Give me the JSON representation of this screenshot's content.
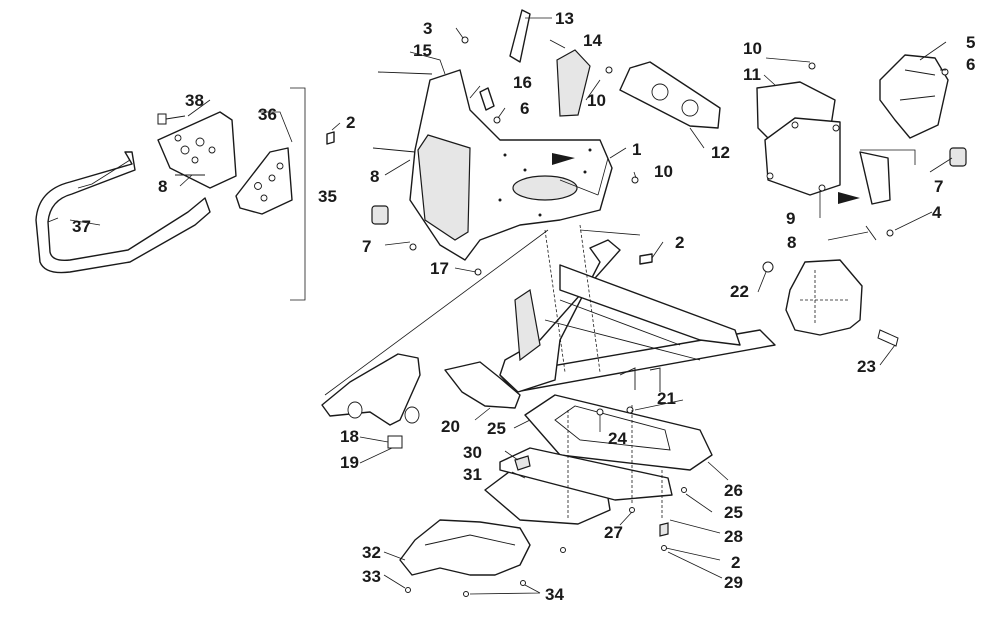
{
  "callouts": {
    "c1": "1",
    "c2a": "2",
    "c2b": "2",
    "c2c": "2",
    "c3": "3",
    "c4": "4",
    "c5": "5",
    "c6a": "6",
    "c6b": "6",
    "c7a": "7",
    "c7b": "7",
    "c8a": "8",
    "c8b": "8",
    "c8c": "8",
    "c9": "9",
    "c10a": "10",
    "c10b": "10",
    "c10c": "10",
    "c11": "11",
    "c12": "12",
    "c13": "13",
    "c14": "14",
    "c15": "15",
    "c16": "16",
    "c17": "17",
    "c18": "18",
    "c19": "19",
    "c20": "20",
    "c21": "21",
    "c22": "22",
    "c23": "23",
    "c24": "24",
    "c25a": "25",
    "c25b": "25",
    "c26": "26",
    "c27": "27",
    "c28": "28",
    "c29": "29",
    "c30": "30",
    "c31": "31",
    "c32": "32",
    "c33": "33",
    "c34": "34",
    "c35": "35",
    "c36": "36",
    "c37": "37",
    "c38": "38"
  }
}
